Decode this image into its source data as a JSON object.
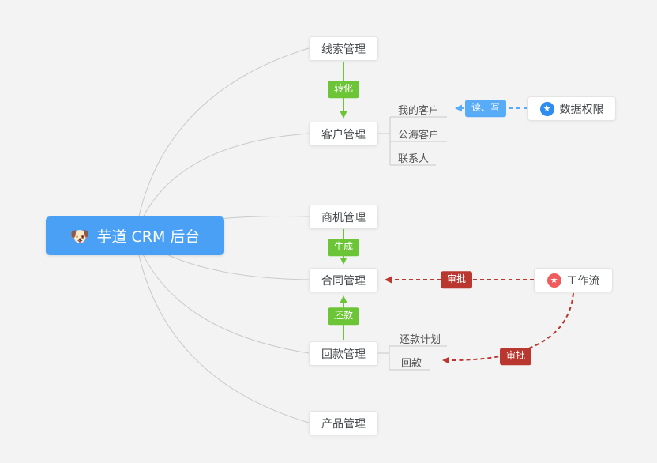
{
  "root": {
    "label": "芋道 CRM 后台",
    "icon": "🐶"
  },
  "nodes": {
    "leads": {
      "label": "线索管理"
    },
    "customer": {
      "label": "客户管理"
    },
    "opportunity": {
      "label": "商机管理"
    },
    "contract": {
      "label": "合同管理"
    },
    "receivable": {
      "label": "回款管理"
    },
    "product": {
      "label": "产品管理"
    },
    "data_permission": {
      "label": "数据权限",
      "icon": "★"
    },
    "workflow": {
      "label": "工作流",
      "icon": "★"
    }
  },
  "sub_items": {
    "customer": [
      "我的客户",
      "公海客户",
      "联系人"
    ],
    "receivable": [
      "还款计划",
      "回款"
    ]
  },
  "edges": {
    "convert": "转化",
    "generate": "生成",
    "repay": "还款",
    "read_write": "读、写",
    "approve_contract": "审批",
    "approve_receivable": "审批"
  },
  "colors": {
    "canvas_bg": "#f3f3f3",
    "root_bg": "#4aa0f5",
    "green": "#6cc537",
    "blue": "#57abf7",
    "red": "#ba372f",
    "line_gray": "#c9c9c9",
    "star_blue": "#2d8cf0",
    "star_red": "#f05b5b"
  }
}
